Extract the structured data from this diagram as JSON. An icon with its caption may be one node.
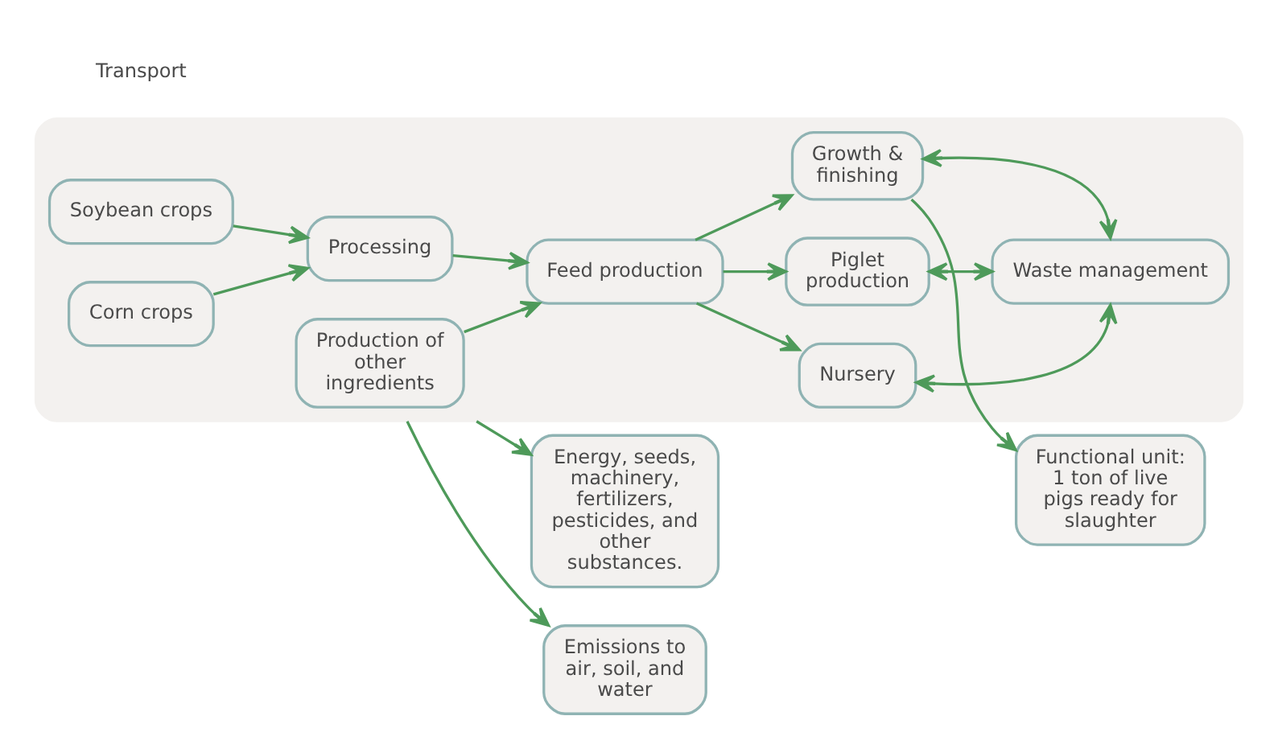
{
  "diagram": {
    "nodes": [
      {
        "text": [],
        "shape": "box"
      },
      {
        "text": [
          "Production of other ingredients"
        ],
        "in": 0
      },
      {
        "text": [
          "Feed production"
        ],
        "in": 0
      },
      {
        "text": [
          "Piglet production"
        ],
        "in": 0
      },
      {
        "text": [
          "Soybean crops"
        ],
        "in": 0
      },
      {
        "text": [
          "Processing"
        ],
        "in": 0
      },
      {
        "text": [
          "Nursery"
        ],
        "in": 0
      },
      {
        "text": [
          "Corn crops"
        ],
        "in": 0
      },
      {
        "text": [
          "Growth & finishing"
        ],
        "in": 0
      },
      {
        "text": [
          "Waste management"
        ],
        "in": 0
      },
      {
        "text": [
          "Energy, seeds, machinery, fertilizers, pesticides, and other substances."
        ]
      },
      {
        "text": [
          "Emissions to air, soil, and water"
        ]
      },
      {
        "text": [
          "Functional unit: 1 ton of live pigs ready for slaughter"
        ]
      }
    ],
    "edges": [
      {
        "from": 4,
        "to": 5,
        "arrow": "to"
      },
      {
        "from": 7,
        "to": 5,
        "arrow": "to"
      },
      {
        "from": 1,
        "to": 2,
        "arrow": "to"
      },
      {
        "from": 5,
        "to": 2,
        "arrow": "to"
      },
      {
        "from": 2,
        "to": 3,
        "arrow": "to"
      },
      {
        "from": 2,
        "to": 6,
        "arrow": "to"
      },
      {
        "from": 2,
        "to": 8,
        "arrow": "to"
      },
      {
        "from": 9,
        "to": 3,
        "arrow": "both"
      },
      {
        "from": 9,
        "to": 6,
        "arrow": "both"
      },
      {
        "from": 9,
        "to": 8,
        "arrow": "both"
      },
      {
        "from": 8,
        "to": 12,
        "arrow": "to"
      },
      {
        "from": 0,
        "to": 10,
        "arrow": "to"
      },
      {
        "from": 0,
        "to": 11,
        "arrow": "to"
      }
    ],
    "labels": [
      "Transport"
    ]
  }
}
